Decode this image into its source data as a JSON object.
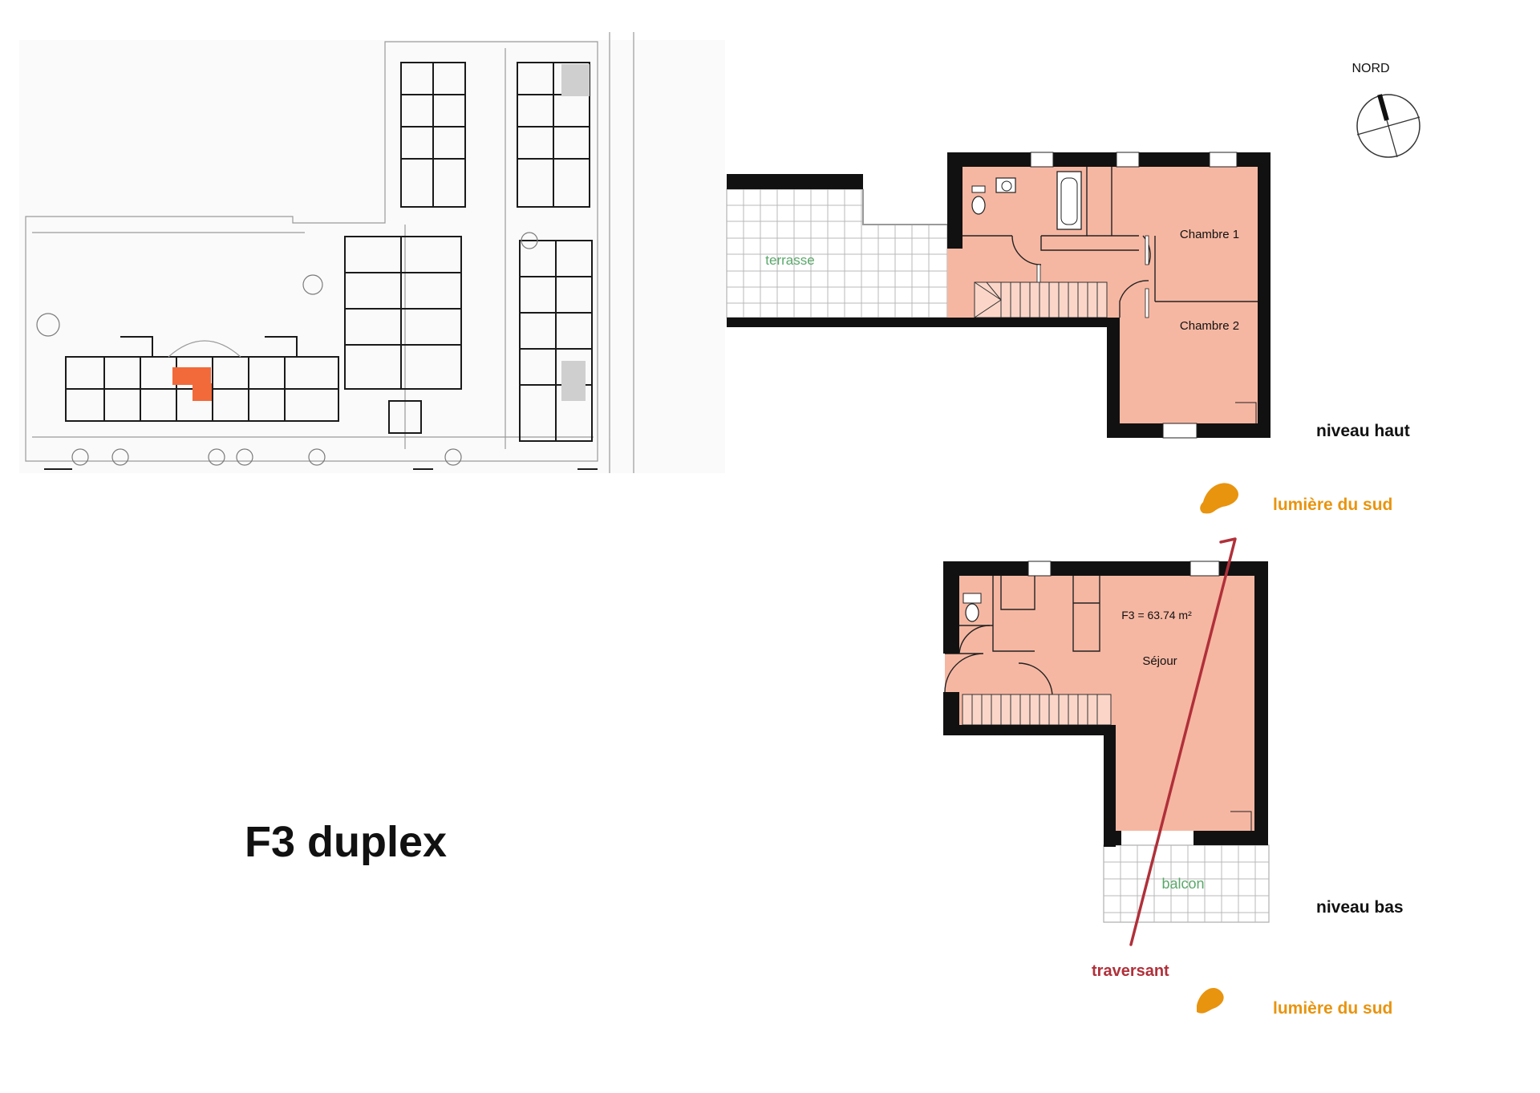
{
  "title": "F3 duplex",
  "north_label": "NORD",
  "levels": {
    "upper": {
      "label": "niveau haut",
      "rooms": {
        "bedroom1": "Chambre 1",
        "bedroom2": "Chambre 2",
        "terrace": "terrasse"
      }
    },
    "lower": {
      "label": "niveau bas",
      "area": "F3 = 63.74 m²",
      "rooms": {
        "living": "Séjour",
        "balcony": "balcon"
      }
    }
  },
  "annotations": {
    "light_top": "lumière du sud",
    "light_bottom": "lumière du sud",
    "through": "traversant"
  },
  "colors": {
    "room_fill": "#f6b7a2",
    "highlight_unit": "#f26a3a",
    "terrace_label": "#5aa86a",
    "light_label": "#e8940f",
    "through_line": "#b0303a"
  }
}
